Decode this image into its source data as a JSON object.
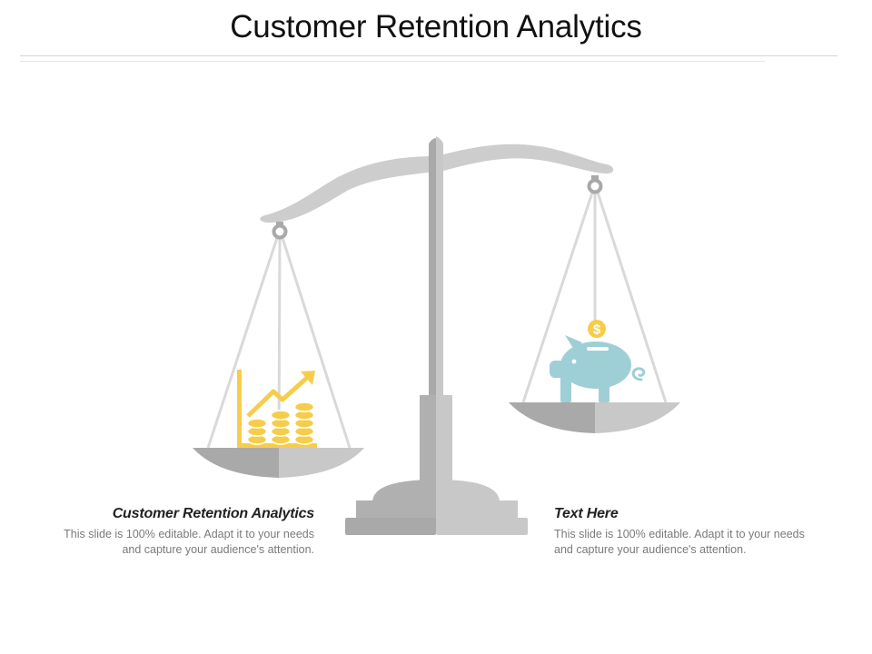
{
  "slide": {
    "title": "Customer Retention Analytics"
  },
  "left_block": {
    "heading": "Customer Retention Analytics",
    "body": "This slide is 100% editable. Adapt it to your needs and capture your audience's attention."
  },
  "right_block": {
    "heading": "Text Here",
    "body": "This slide is 100% editable. Adapt it to your needs and capture your audience's attention."
  },
  "icons": {
    "left_pan": "growth-chart-coins-icon",
    "right_pan": "piggy-bank-icon",
    "coin_symbol": "$"
  },
  "colors": {
    "scale_dark": "#a9a9a9",
    "scale_light": "#c8c8c8",
    "beam": "#cdcdcd",
    "strings": "#d9d9d9",
    "accent_yellow": "#f6cd4b",
    "piggy_blue": "#9fcfd6"
  }
}
